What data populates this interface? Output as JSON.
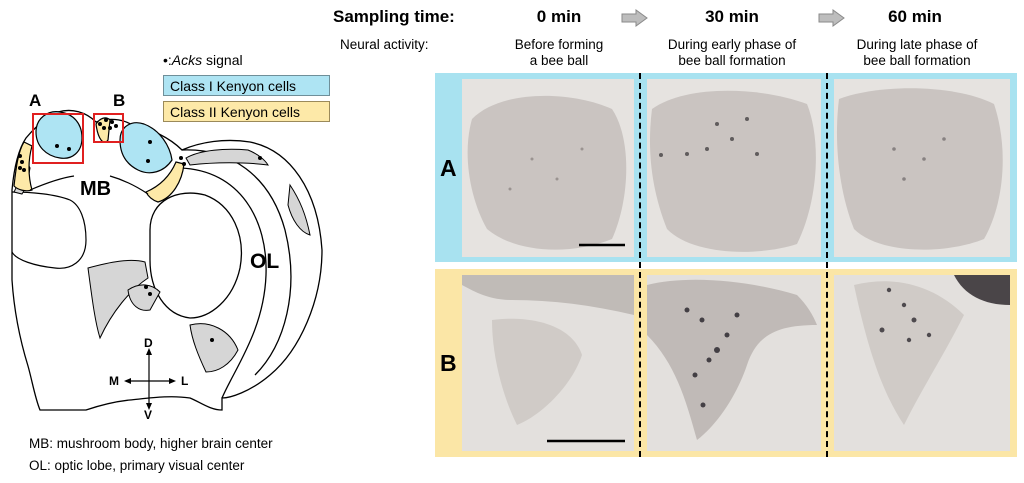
{
  "header": {
    "sampling_label": "Sampling time:",
    "times": [
      "0 min",
      "30 min",
      "60 min"
    ],
    "activity_label": "Neural activity:",
    "activities": [
      [
        "Before forming",
        "a bee ball"
      ],
      [
        "During early phase of",
        "bee ball formation"
      ],
      [
        "During late phase of",
        "bee ball formation"
      ]
    ]
  },
  "legend": {
    "signal_prefix": "•:",
    "signal_gene": "Acks",
    "signal_suffix": " signal",
    "class1": "Class I Kenyon cells",
    "class2": "Class II Kenyon cells"
  },
  "diagram": {
    "label_a": "A",
    "label_b": "B",
    "mb": "MB",
    "ol": "OL",
    "compass": {
      "d": "D",
      "v": "V",
      "m": "M",
      "l": "L"
    }
  },
  "captions": {
    "mb": "MB: mushroom body, higher brain center",
    "ol": "OL: optic lobe, primary visual center"
  },
  "rows": [
    {
      "label": "A",
      "bg": "#a8e2f0"
    },
    {
      "label": "B",
      "bg": "#fbe6a6"
    }
  ],
  "colors": {
    "class1": "#aee4f3",
    "class2": "#fde9a8",
    "tissue": "#b3aca8",
    "boxes": "#e02020"
  }
}
